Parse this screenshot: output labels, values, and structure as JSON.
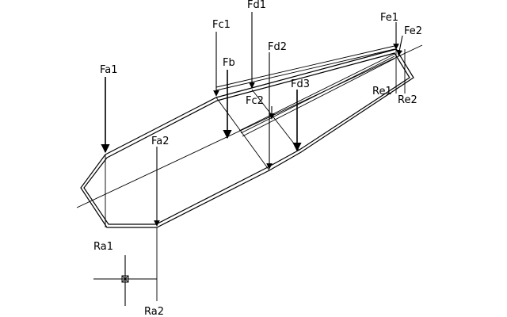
{
  "labels": {
    "fa1": "Fa1",
    "fa2": "Fa2",
    "fb": "Fb",
    "fc1": "Fc1",
    "fc2": "Fc2",
    "fd1": "Fd1",
    "fd2": "Fd2",
    "fd3": "Fd3",
    "fe1": "Fe1",
    "fe2": "Fe2",
    "ra1": "Ra1",
    "ra2": "Ra2",
    "re1": "Re1",
    "re2": "Re2"
  }
}
